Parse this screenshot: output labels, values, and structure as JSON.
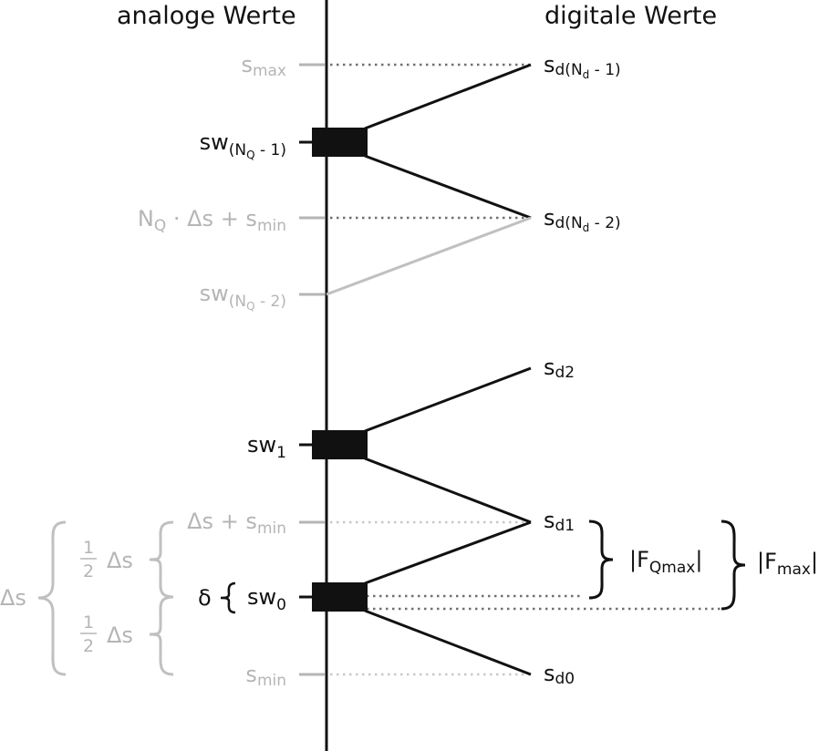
{
  "headers": {
    "analog": "analoge Werte",
    "digital": "digitale Werte"
  },
  "left_labels": {
    "smax": {
      "base": "s",
      "sub": "max"
    },
    "sw_nq1": {
      "base": "sw",
      "sub_open": "(N",
      "sub_q": "Q",
      "sub_close": " - 1)"
    },
    "nq_ds_smin": {
      "n": "N",
      "n_sub": "Q",
      "mid": " · Δs + s",
      "s_sub": "min"
    },
    "sw_nq2": {
      "base": "sw",
      "sub_open": "(N",
      "sub_q": "Q",
      "sub_close": " - 2)"
    },
    "sw1": {
      "base": "sw",
      "sub": "1"
    },
    "ds_smin": {
      "pre": "Δs + s",
      "sub": "min"
    },
    "sw0": {
      "base": "sw",
      "sub": "0"
    },
    "smin": {
      "base": "s",
      "sub": "min"
    }
  },
  "right_labels": {
    "sd_nd1": {
      "base": "s",
      "sub_open": "d(N",
      "sub_d": "d",
      "sub_close": " - 1)"
    },
    "sd_nd2": {
      "base": "s",
      "sub_open": "d(N",
      "sub_d": "d",
      "sub_close": " - 2)"
    },
    "sd2": {
      "base": "s",
      "sub": "d2"
    },
    "sd1": {
      "base": "s",
      "sub": "d1"
    },
    "sd0": {
      "base": "s",
      "sub": "d0"
    }
  },
  "annotations": {
    "delta": "δ",
    "half_num": "1",
    "half_den": "2",
    "half_ds": "Δs",
    "ds": "Δs",
    "fq_pre": "|F",
    "fq_sub": "Qmax",
    "fq_post": "|",
    "fm_pre": "|F",
    "fm_sub": "max",
    "fm_post": "|"
  },
  "colors": {
    "main": "#111111",
    "faded": "#b5b5b5",
    "dots_dark": "#707070",
    "dots_light": "#c8c8c8"
  }
}
